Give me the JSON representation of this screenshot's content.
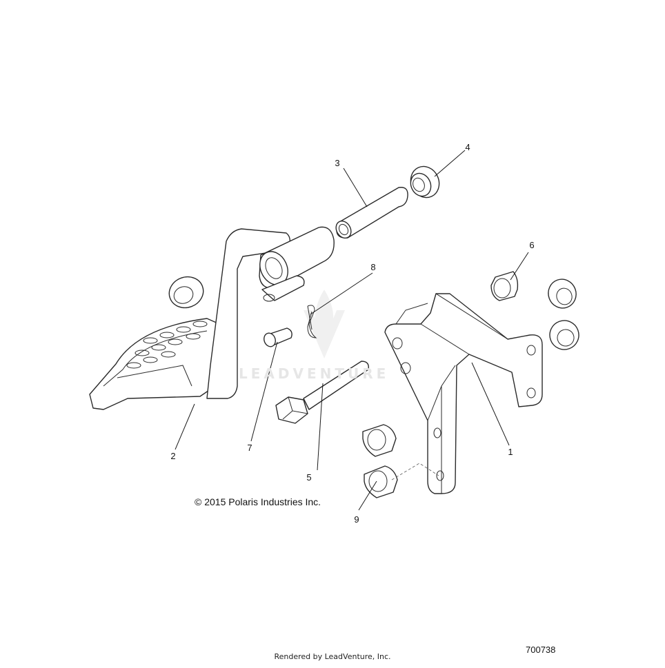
{
  "diagram": {
    "callouts": [
      "1",
      "2",
      "3",
      "4",
      "5",
      "6",
      "7",
      "8",
      "9"
    ],
    "copyright": "© 2015 Polaris Industries Inc.",
    "figure_number": "700738",
    "rendered_by": "Rendered by LeadVenture, Inc.",
    "watermark": "LEADVENTURE"
  }
}
